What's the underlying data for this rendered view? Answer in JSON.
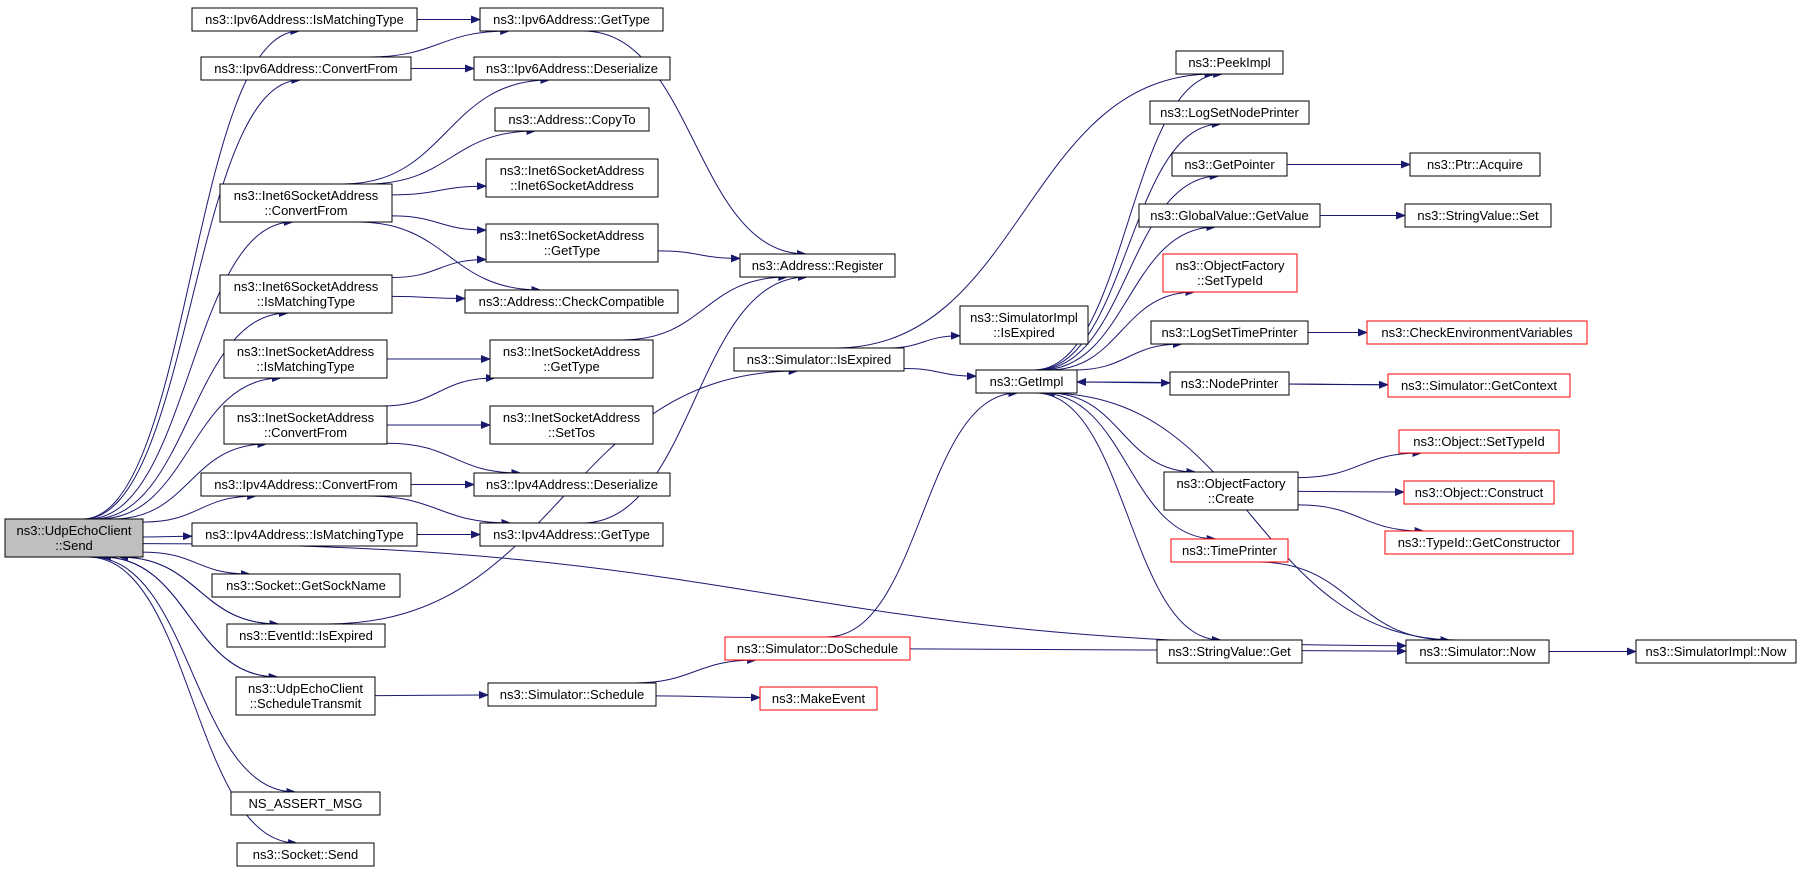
{
  "nodes": {
    "udp_send": {
      "lines": [
        "ns3::UdpEchoClient",
        "::Send"
      ],
      "highlight": true
    },
    "ipv6_ismatching": {
      "lines": [
        "ns3::Ipv6Address::IsMatchingType"
      ]
    },
    "ipv6_gettype": {
      "lines": [
        "ns3::Ipv6Address::GetType"
      ]
    },
    "ipv6_convertfrom": {
      "lines": [
        "ns3::Ipv6Address::ConvertFrom"
      ]
    },
    "ipv6_deserialize": {
      "lines": [
        "ns3::Ipv6Address::Deserialize"
      ]
    },
    "address_copyto": {
      "lines": [
        "ns3::Address::CopyTo"
      ]
    },
    "inet6_convertfrom": {
      "lines": [
        "ns3::Inet6SocketAddress",
        "::ConvertFrom"
      ]
    },
    "inet6_ctor": {
      "lines": [
        "ns3::Inet6SocketAddress",
        "::Inet6SocketAddress"
      ]
    },
    "inet6_gettype": {
      "lines": [
        "ns3::Inet6SocketAddress",
        "::GetType"
      ]
    },
    "address_register": {
      "lines": [
        "ns3::Address::Register"
      ]
    },
    "inet6_ismatching": {
      "lines": [
        "ns3::Inet6SocketAddress",
        "::IsMatchingType"
      ]
    },
    "address_checkcompat": {
      "lines": [
        "ns3::Address::CheckCompatible"
      ]
    },
    "inet_ismatching": {
      "lines": [
        "ns3::InetSocketAddress",
        "::IsMatchingType"
      ]
    },
    "inet_gettype": {
      "lines": [
        "ns3::InetSocketAddress",
        "::GetType"
      ]
    },
    "inet_convertfrom": {
      "lines": [
        "ns3::InetSocketAddress",
        "::ConvertFrom"
      ]
    },
    "inet_settos": {
      "lines": [
        "ns3::InetSocketAddress",
        "::SetTos"
      ]
    },
    "ipv4_convertfrom": {
      "lines": [
        "ns3::Ipv4Address::ConvertFrom"
      ]
    },
    "ipv4_deserialize": {
      "lines": [
        "ns3::Ipv4Address::Deserialize"
      ]
    },
    "ipv4_ismatching": {
      "lines": [
        "ns3::Ipv4Address::IsMatchingType"
      ]
    },
    "ipv4_gettype": {
      "lines": [
        "ns3::Ipv4Address::GetType"
      ]
    },
    "socket_getsockname": {
      "lines": [
        "ns3::Socket::GetSockName"
      ]
    },
    "eventid_isexpired": {
      "lines": [
        "ns3::EventId::IsExpired"
      ]
    },
    "udp_scheduletransmit": {
      "lines": [
        "ns3::UdpEchoClient",
        "::ScheduleTransmit"
      ]
    },
    "ns_assert_msg": {
      "lines": [
        "NS_ASSERT_MSG"
      ]
    },
    "socket_send": {
      "lines": [
        "ns3::Socket::Send"
      ]
    },
    "sim_isexpired": {
      "lines": [
        "ns3::Simulator::IsExpired"
      ]
    },
    "simimpl_isexpired": {
      "lines": [
        "ns3::SimulatorImpl",
        "::IsExpired"
      ]
    },
    "getimpl": {
      "lines": [
        "ns3::GetImpl"
      ]
    },
    "sim_doschedule": {
      "lines": [
        "ns3::Simulator::DoSchedule"
      ],
      "red": true
    },
    "sim_schedule": {
      "lines": [
        "ns3::Simulator::Schedule"
      ]
    },
    "makeevent": {
      "lines": [
        "ns3::MakeEvent"
      ],
      "red": true
    },
    "peekimpl": {
      "lines": [
        "ns3::PeekImpl"
      ]
    },
    "logsetnodeprinter": {
      "lines": [
        "ns3::LogSetNodePrinter"
      ]
    },
    "getpointer": {
      "lines": [
        "ns3::GetPointer"
      ]
    },
    "ptr_acquire": {
      "lines": [
        "ns3::Ptr::Acquire"
      ]
    },
    "globalvalue_getvalue": {
      "lines": [
        "ns3::GlobalValue::GetValue"
      ]
    },
    "stringvalue_set": {
      "lines": [
        "ns3::StringValue::Set"
      ]
    },
    "objfactory_settypeid": {
      "lines": [
        "ns3::ObjectFactory",
        "::SetTypeId"
      ],
      "red": true
    },
    "logsettimeprinter": {
      "lines": [
        "ns3::LogSetTimePrinter"
      ]
    },
    "checkenvvars": {
      "lines": [
        "ns3::CheckEnvironmentVariables"
      ],
      "red": true
    },
    "nodeprinter": {
      "lines": [
        "ns3::NodePrinter"
      ]
    },
    "sim_getcontext": {
      "lines": [
        "ns3::Simulator::GetContext"
      ],
      "red": true
    },
    "object_settypeid": {
      "lines": [
        "ns3::Object::SetTypeId"
      ],
      "red": true
    },
    "objfactory_create": {
      "lines": [
        "ns3::ObjectFactory",
        "::Create"
      ]
    },
    "object_construct": {
      "lines": [
        "ns3::Object::Construct"
      ],
      "red": true
    },
    "typeid_getconstructor": {
      "lines": [
        "ns3::TypeId::GetConstructor"
      ],
      "red": true
    },
    "timeprinter": {
      "lines": [
        "ns3::TimePrinter"
      ],
      "red": true
    },
    "stringvalue_get": {
      "lines": [
        "ns3::StringValue::Get"
      ]
    },
    "sim_now": {
      "lines": [
        "ns3::Simulator::Now"
      ]
    },
    "simimpl_now": {
      "lines": [
        "ns3::SimulatorImpl::Now"
      ]
    }
  },
  "colors": {
    "edge": "#191970",
    "node_border": "#000000",
    "node_border_red": "#ff0000",
    "highlight_fill": "#bfbfbf",
    "node_fill": "#ffffff"
  }
}
